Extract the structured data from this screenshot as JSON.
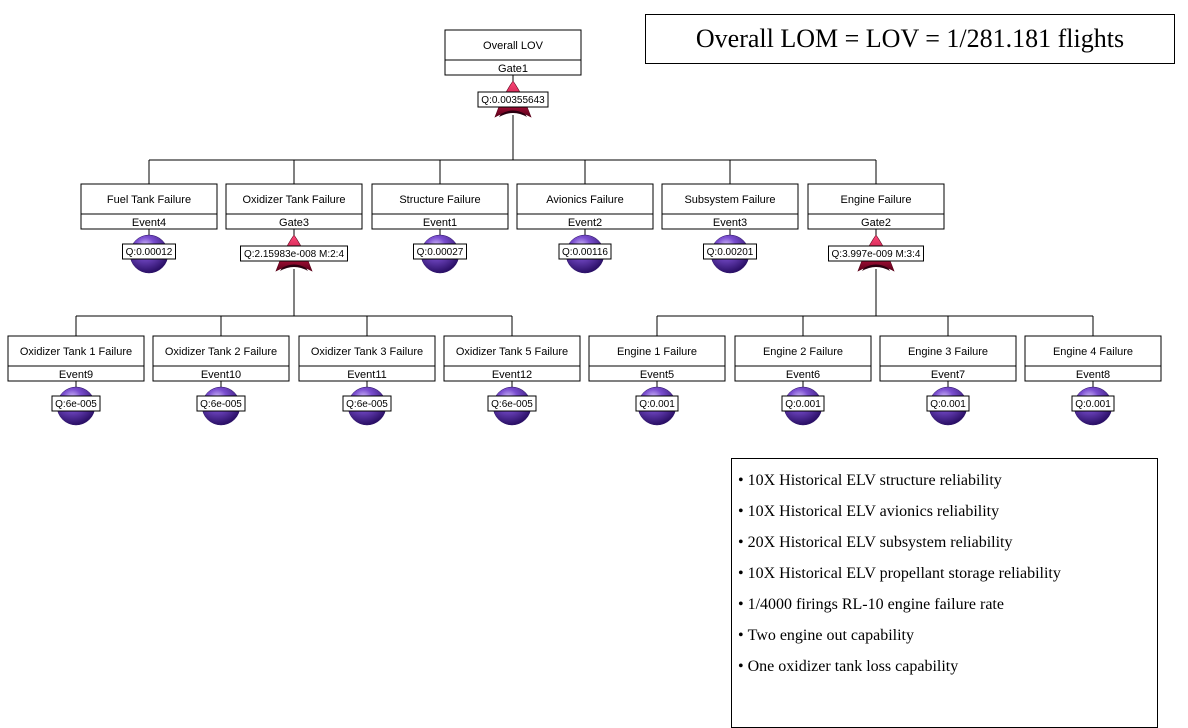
{
  "summary": "Overall LOM = LOV = 1/281.181 flights",
  "colors": {
    "gate": "#b8123f",
    "event": "#4b2a90",
    "line": "#000000",
    "box": "#ffffff"
  },
  "icons": {
    "gate": "or-gate-icon",
    "voting_gate": "voting-gate-icon",
    "event": "basic-event-circle-icon"
  },
  "nodes": [
    {
      "id": "top",
      "label": "Overall LOV",
      "name": "Gate1",
      "q": "Q:0.00355643",
      "kind": "gate",
      "parent": null
    },
    {
      "id": "fuel",
      "label": "Fuel Tank Failure",
      "name": "Event4",
      "q": "Q:0.00012",
      "kind": "event",
      "parent": "top"
    },
    {
      "id": "ox",
      "label": "Oxidizer Tank Failure",
      "name": "Gate3",
      "q": "Q:2.15983e-008 M:2:4",
      "kind": "gate",
      "parent": "top"
    },
    {
      "id": "str",
      "label": "Structure Failure",
      "name": "Event1",
      "q": "Q:0.00027",
      "kind": "event",
      "parent": "top"
    },
    {
      "id": "av",
      "label": "Avionics Failure",
      "name": "Event2",
      "q": "Q:0.00116",
      "kind": "event",
      "parent": "top"
    },
    {
      "id": "sub",
      "label": "Subsystem Failure",
      "name": "Event3",
      "q": "Q:0.00201",
      "kind": "event",
      "parent": "top"
    },
    {
      "id": "eng",
      "label": "Engine Failure",
      "name": "Gate2",
      "q": "Q:3.997e-009 M:3:4",
      "kind": "gate",
      "parent": "top"
    },
    {
      "id": "ot1",
      "label": "Oxidizer Tank 1 Failure",
      "name": "Event9",
      "q": "Q:6e-005",
      "kind": "event",
      "parent": "ox"
    },
    {
      "id": "ot2",
      "label": "Oxidizer Tank 2 Failure",
      "name": "Event10",
      "q": "Q:6e-005",
      "kind": "event",
      "parent": "ox"
    },
    {
      "id": "ot3",
      "label": "Oxidizer Tank 3 Failure",
      "name": "Event11",
      "q": "Q:6e-005",
      "kind": "event",
      "parent": "ox"
    },
    {
      "id": "ot5",
      "label": "Oxidizer Tank 5 Failure",
      "name": "Event12",
      "q": "Q:6e-005",
      "kind": "event",
      "parent": "ox"
    },
    {
      "id": "e1",
      "label": "Engine 1 Failure",
      "name": "Event5",
      "q": "Q:0.001",
      "kind": "event",
      "parent": "eng"
    },
    {
      "id": "e2",
      "label": "Engine 2 Failure",
      "name": "Event6",
      "q": "Q:0.001",
      "kind": "event",
      "parent": "eng"
    },
    {
      "id": "e3",
      "label": "Engine 3 Failure",
      "name": "Event7",
      "q": "Q:0.001",
      "kind": "event",
      "parent": "eng"
    },
    {
      "id": "e4",
      "label": "Engine 4 Failure",
      "name": "Event8",
      "q": "Q:0.001",
      "kind": "event",
      "parent": "eng"
    }
  ],
  "notes": [
    "10X Historical ELV structure reliability",
    "10X Historical ELV avionics reliability",
    "20X Historical ELV subsystem reliability",
    "10X Historical ELV propellant storage reliability",
    "1/4000 firings RL-10 engine failure rate",
    "Two engine out capability",
    "One oxidizer tank loss capability"
  ]
}
